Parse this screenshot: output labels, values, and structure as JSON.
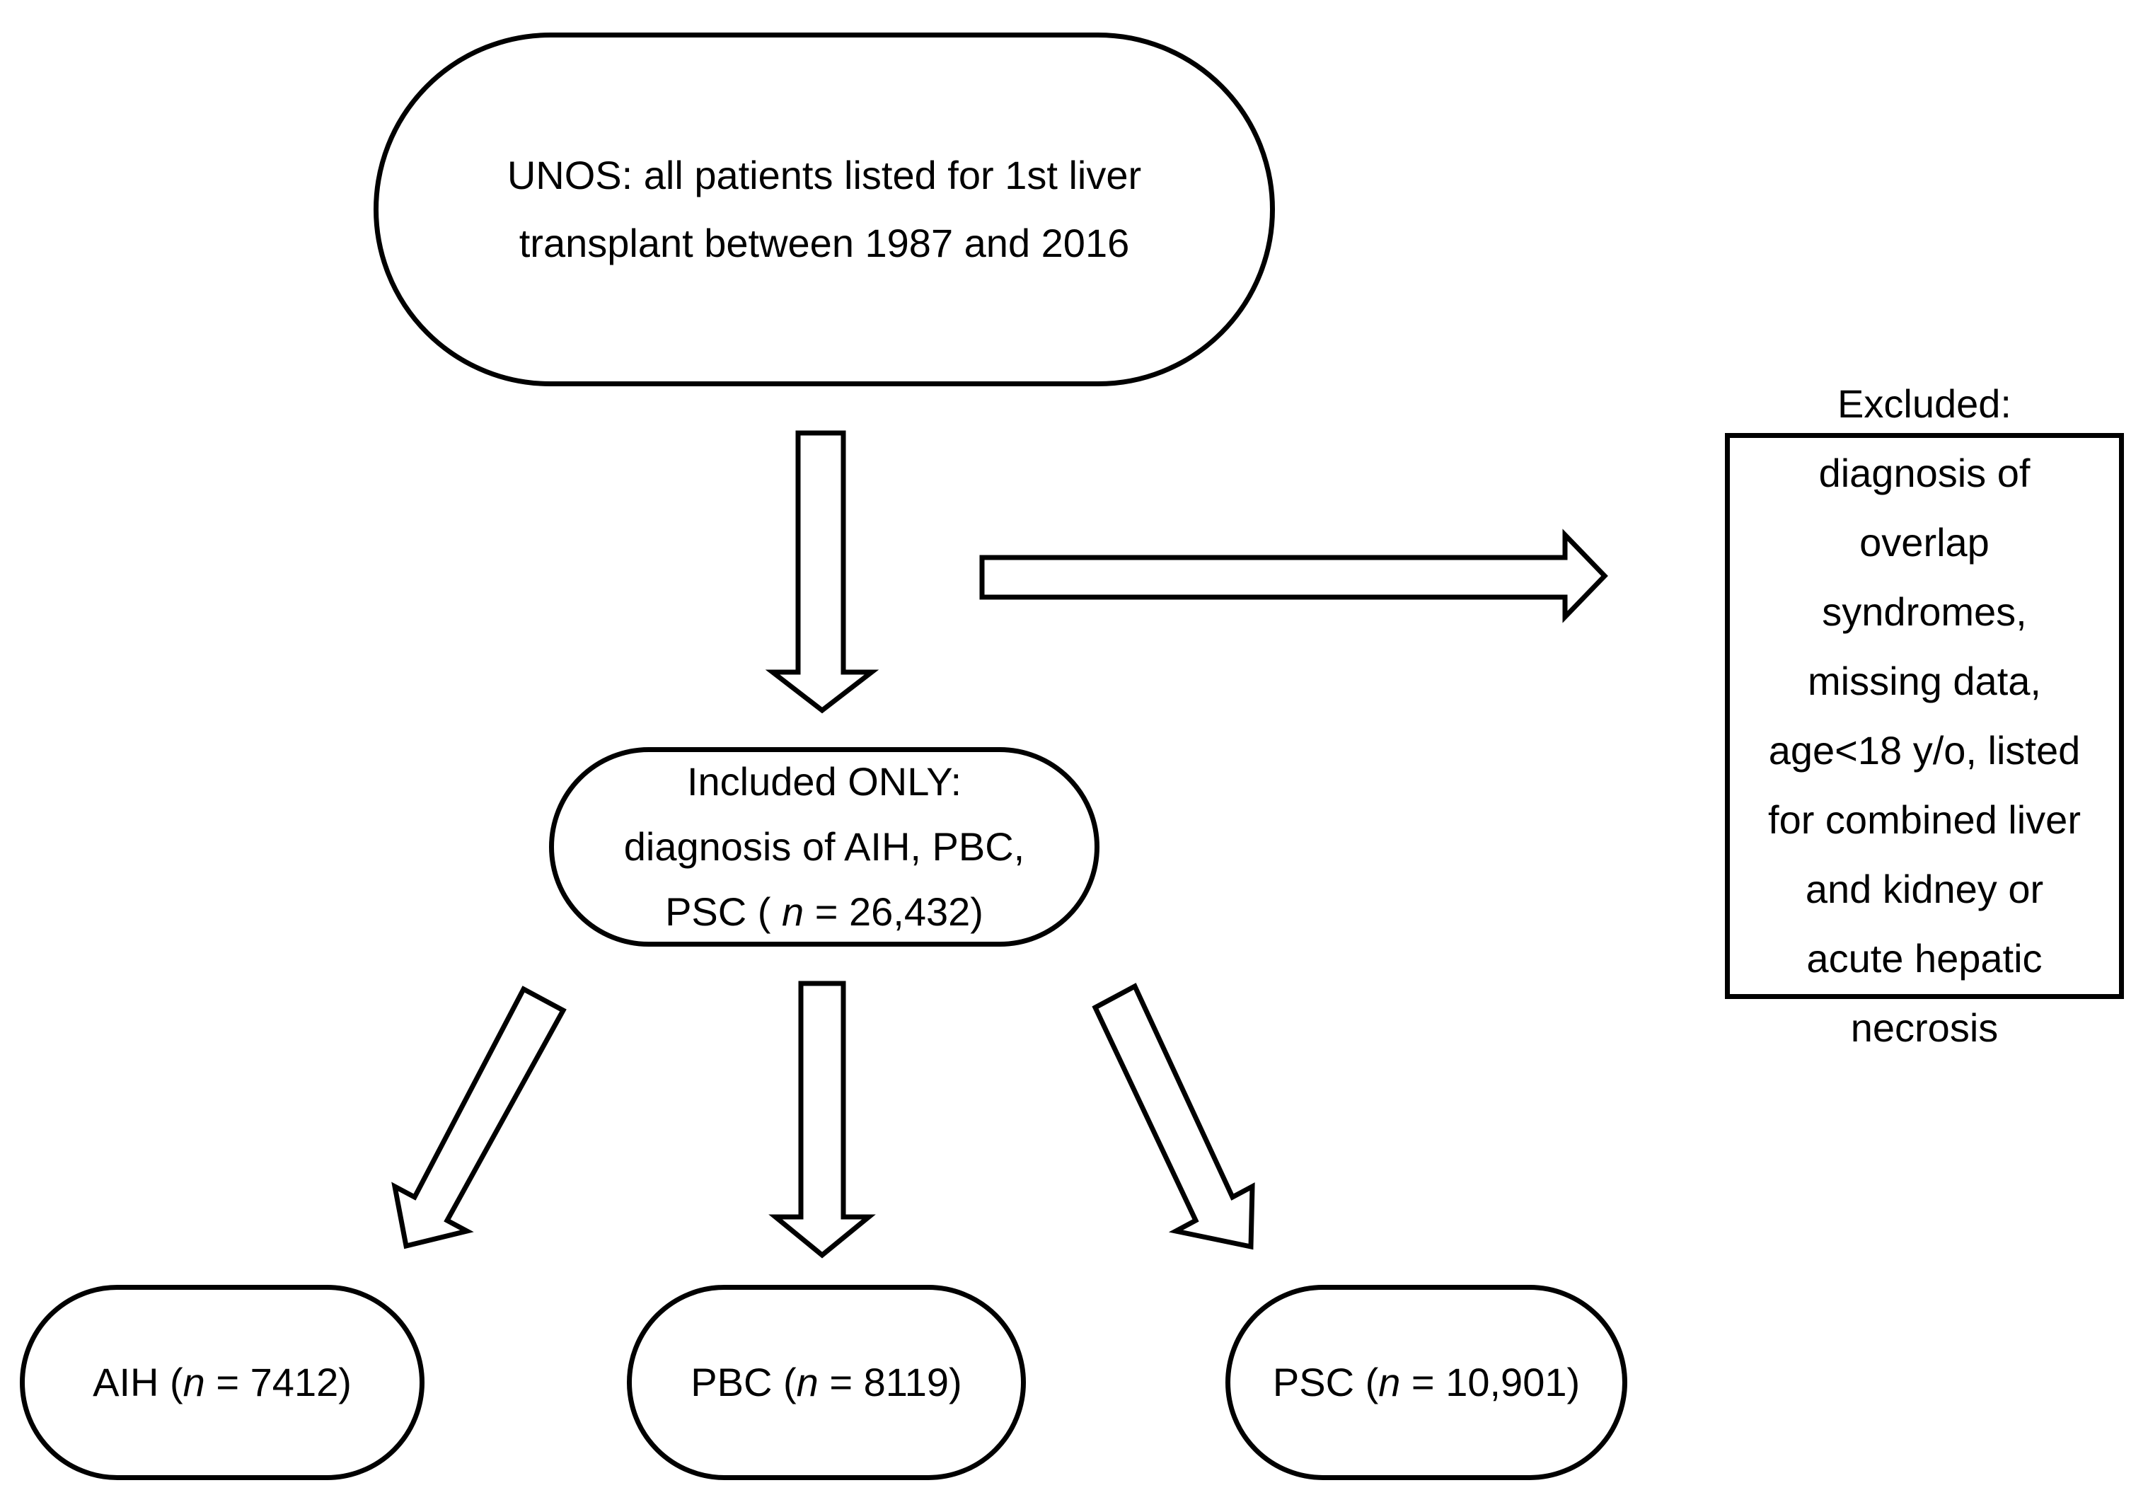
{
  "nodes": {
    "unos": {
      "line1": "UNOS: all patients listed for 1st liver",
      "line2": "transplant between 1987 and 2016"
    },
    "included": {
      "line1": "Included ONLY:",
      "line2": "diagnosis of AIH, PBC,",
      "line3_prefix": "PSC ( ",
      "n_var": "n",
      "line3_suffix": " = 26,432)"
    },
    "aih": {
      "prefix": "AIH (",
      "n_var": "n",
      "suffix": " = 7412)"
    },
    "pbc": {
      "prefix": "PBC (",
      "n_var": "n",
      "suffix": " = 8119)"
    },
    "psc": {
      "prefix": "PSC (",
      "n_var": "n",
      "suffix": " = 10,901)"
    },
    "excluded": {
      "lines": [
        "Excluded:",
        "diagnosis of",
        "overlap",
        "syndromes,",
        "missing data,",
        "age<18 y/o, listed",
        "for combined liver",
        "and kidney or",
        "acute hepatic",
        "necrosis"
      ]
    }
  }
}
